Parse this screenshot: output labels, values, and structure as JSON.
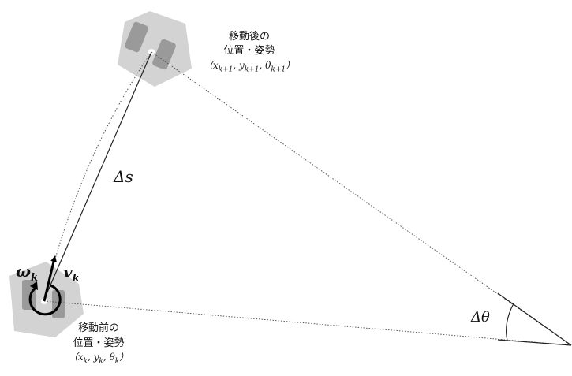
{
  "labels": {
    "after_line1": "移動後の",
    "after_line2": "位置・姿勢",
    "after_coords": "（x_{k+1}, y_{k+1}, θ_{k+1}）",
    "before_line1": "移動前の",
    "before_line2": "位置・姿勢",
    "before_coords": "（x_k, y_k, θ_k）",
    "delta_s": "Δs",
    "delta_theta": "Δθ",
    "omega": "ω_k",
    "velocity": "v_k"
  },
  "colors": {
    "robot_fill": "#d3d3d3",
    "wheel_fill": "#9a9a9a",
    "line": "#222222",
    "dotted": "#555555"
  }
}
